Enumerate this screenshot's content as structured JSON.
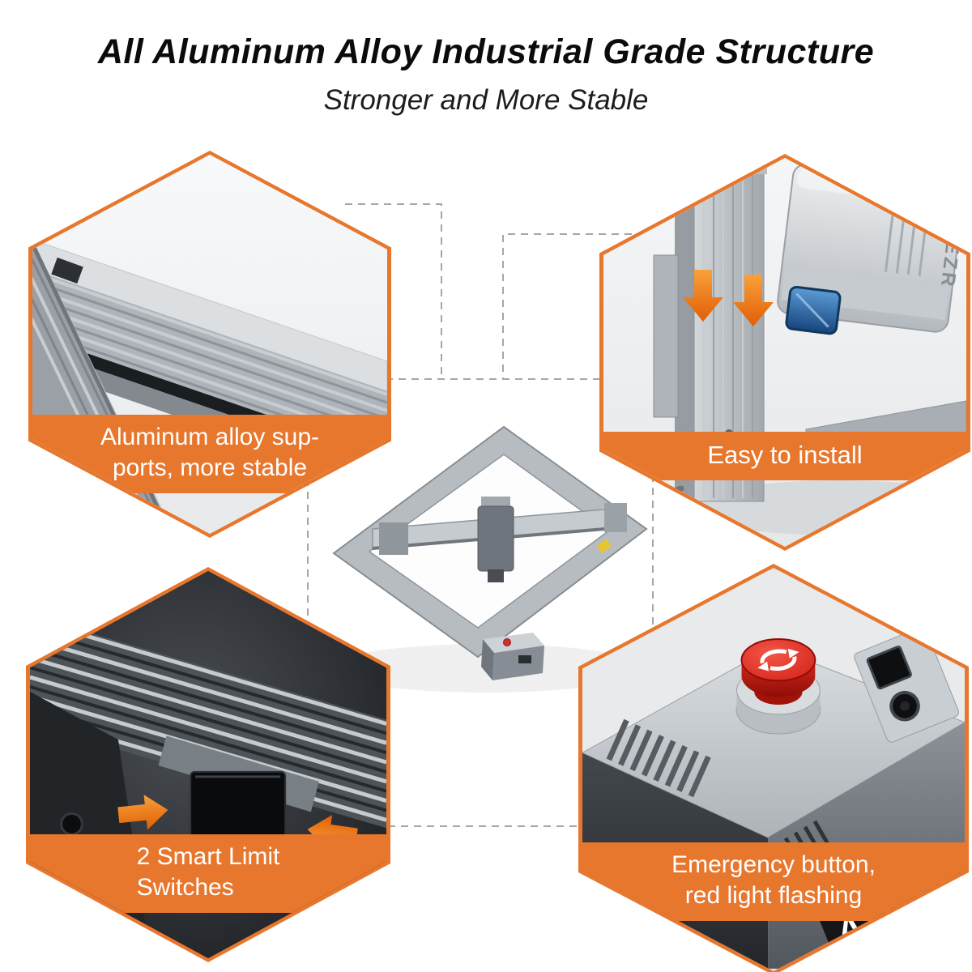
{
  "page": {
    "title": "All Aluminum Alloy Industrial Grade Structure",
    "subtitle": "Stronger and More Stable"
  },
  "brand": {
    "name": "ATEZR"
  },
  "callouts": {
    "aluminum_supports": {
      "line1": "Aluminum alloy sup-",
      "line2": "ports, more stable"
    },
    "easy_install": {
      "label": "Easy to install"
    },
    "limit_switches": {
      "line1": "2 Smart Limit",
      "line2": "Switches"
    },
    "emergency_button": {
      "line1": "Emergency button,",
      "line2": "red light flashing"
    }
  },
  "colors": {
    "accent_orange": "#E8772E",
    "banner_text": "#FFFFFF",
    "emergency_red": "#D6251B",
    "lens_blue": "#2A6FB0"
  },
  "icons": {
    "down_arrow": "▼",
    "right_arrow": "➤",
    "left_arrow": "◀",
    "estop_reset": "↻"
  }
}
